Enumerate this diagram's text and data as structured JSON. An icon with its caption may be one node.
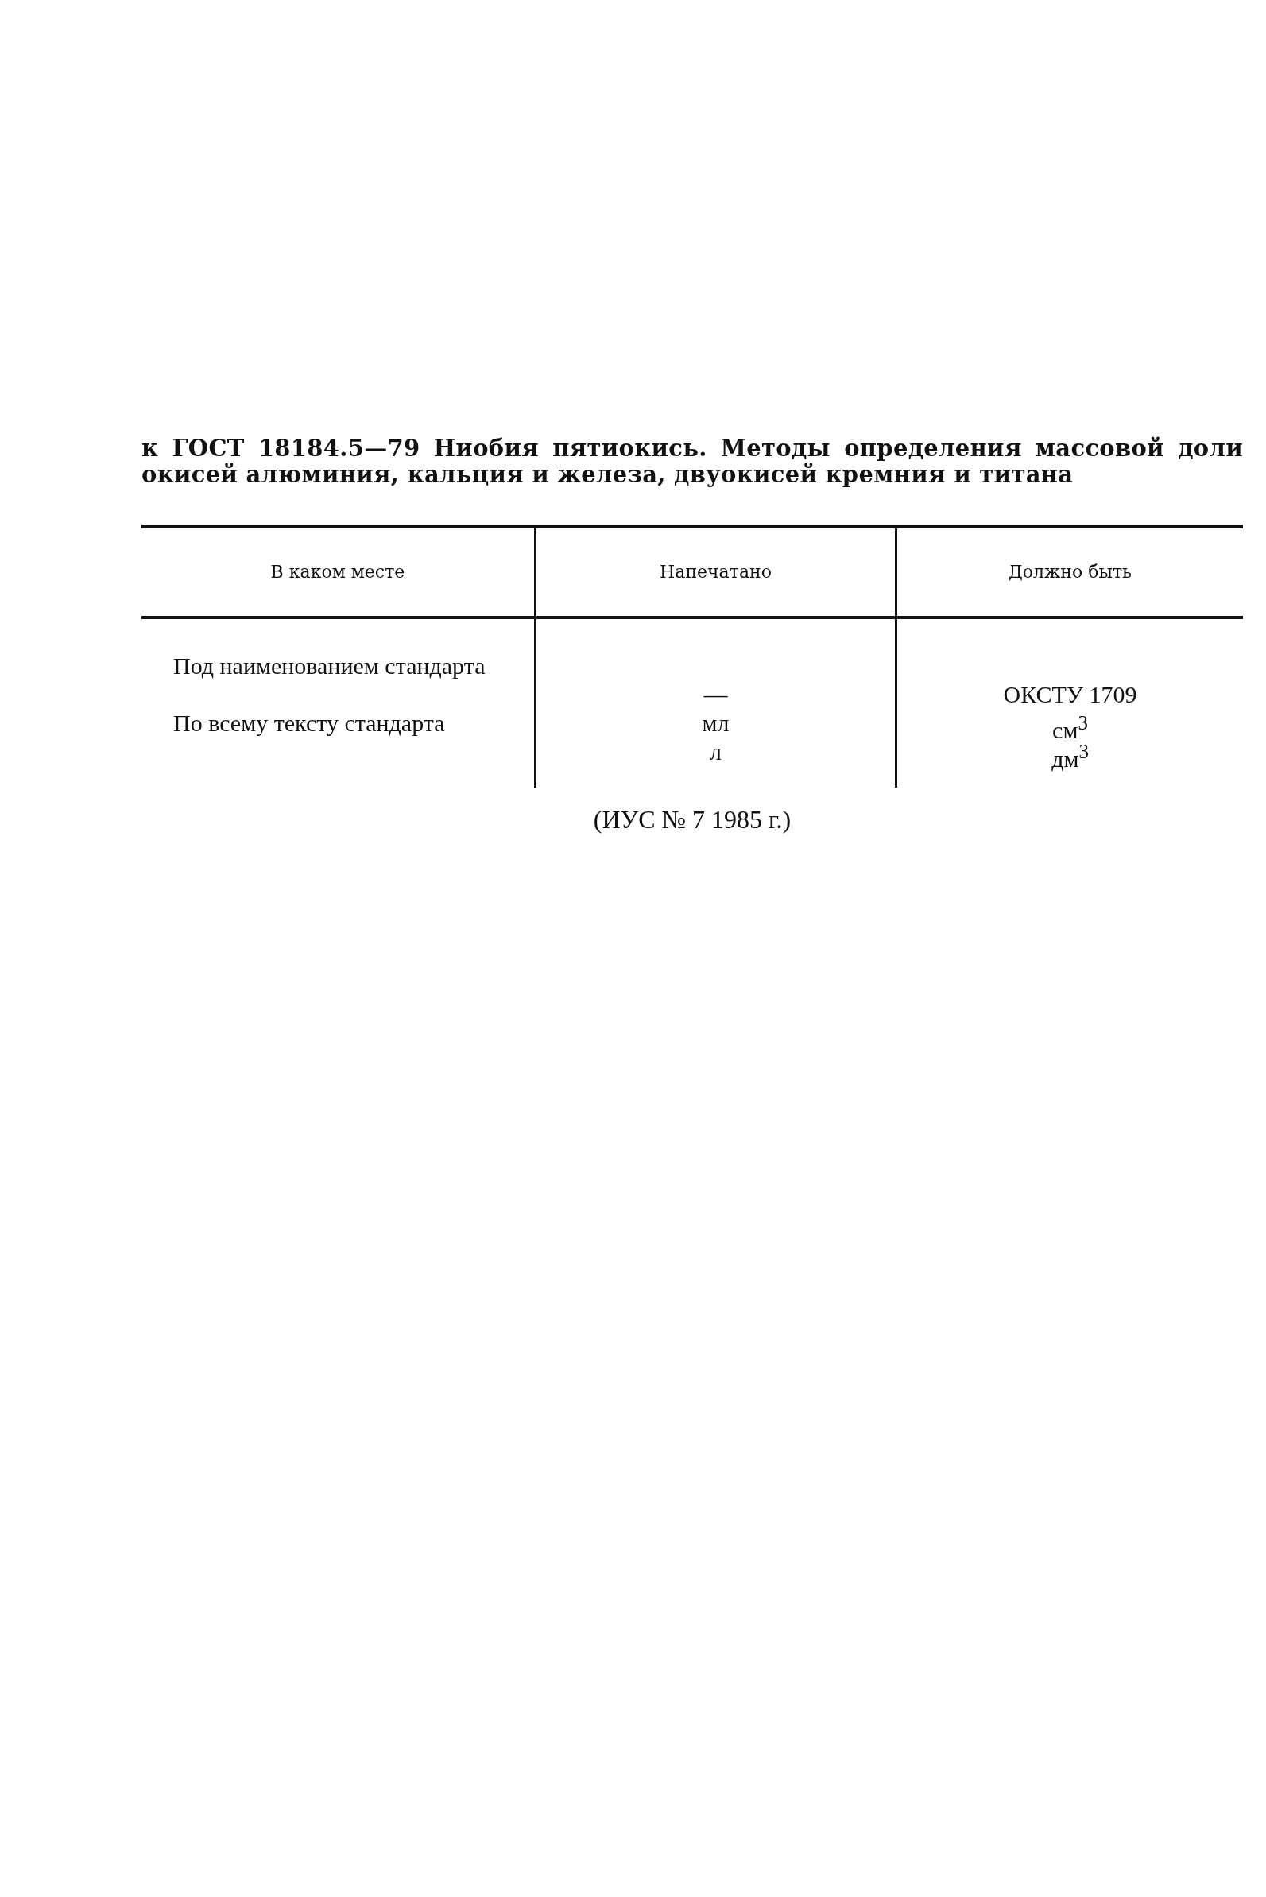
{
  "diagram": {
    "title": "к ГОСТ 18184.5—79 Ниобия пятиокись. Методы определения массовой доли окисей алюминия, кальция и железа, двуокисей кремния и титана",
    "labels": [
      "В каком месте",
      "Напечатано",
      "Должно быть",
      "Под наименованием стандарта",
      "—",
      "ОКСТУ 1709",
      "По всему тексту стандарта",
      "мл",
      "см$^{3}$",
      "л",
      "дм$^{3}$"
    ],
    "caption": "(ИУС № 7 1985 г.)"
  }
}
